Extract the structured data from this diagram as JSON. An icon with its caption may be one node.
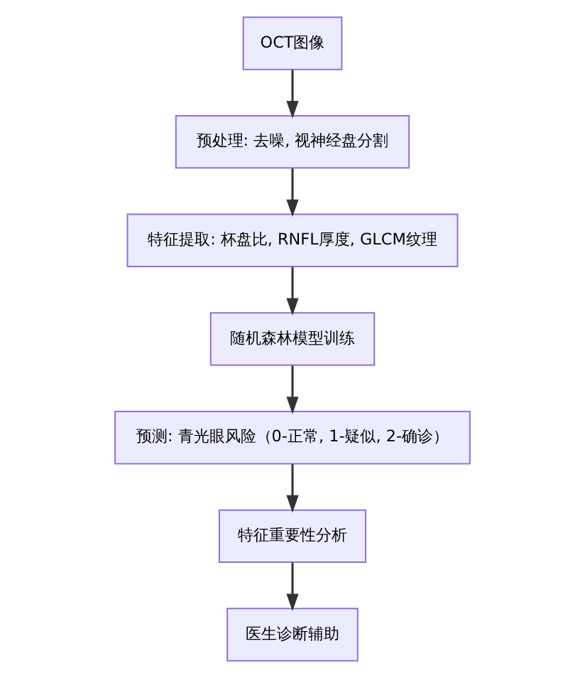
{
  "diagram": {
    "nodes": [
      {
        "text": [
          "OCT图像"
        ]
      },
      {
        "text": [
          "预处理: 去噪, 视神经盘分割"
        ]
      },
      {
        "text": [
          "特征提取: 杯盘比, RNFL厚度, GLCM纹理"
        ]
      },
      {
        "text": [
          "随机森林模型训练"
        ]
      },
      {
        "text": [
          "预测: 青光眼风险（0-正常, 1-疑似, 2-确诊）"
        ]
      },
      {
        "text": [
          "特征重要性分析"
        ]
      },
      {
        "text": [
          "医生诊断辅助"
        ]
      }
    ],
    "edges": [
      {
        "from": 0,
        "to": 1,
        "arrow": "to"
      },
      {
        "from": 1,
        "to": 2,
        "arrow": "to"
      },
      {
        "from": 2,
        "to": 3,
        "arrow": "to"
      },
      {
        "from": 3,
        "to": 4,
        "arrow": "to"
      },
      {
        "from": 4,
        "to": 5,
        "arrow": "to"
      },
      {
        "from": 5,
        "to": 6,
        "arrow": "to"
      }
    ]
  }
}
